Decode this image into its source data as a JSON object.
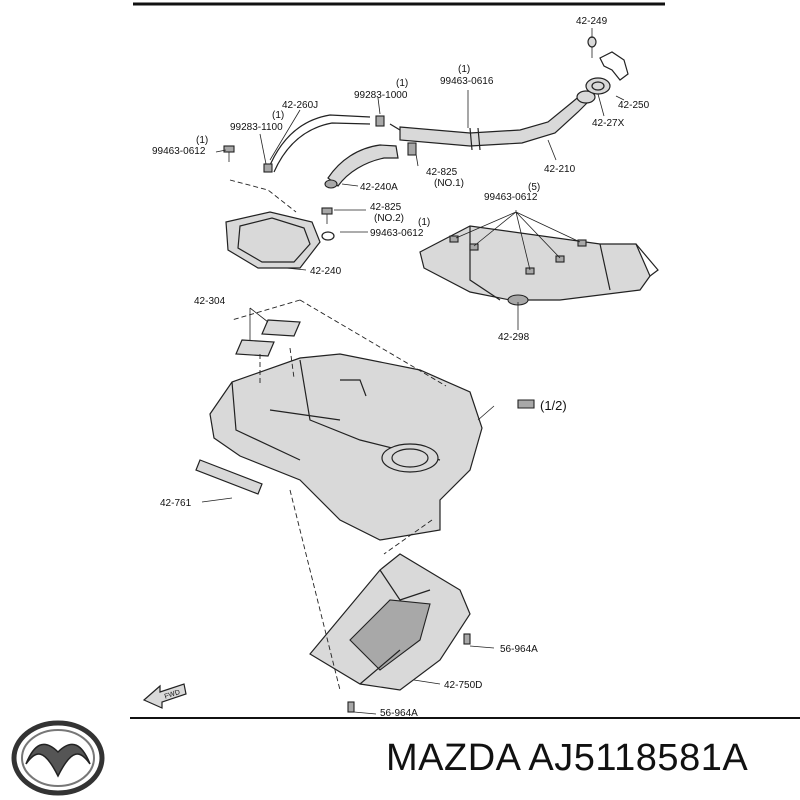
{
  "labels": {
    "l_42_249": "42-249",
    "l_42_250": "42-250",
    "l_42_27x": "42-27X",
    "l_42_210": "42-210",
    "l_99463_0616_q": "(1)",
    "l_99463_0616": "99463-0616",
    "l_99283_1000_q": "(1)",
    "l_99283_1000": "99283-1000",
    "l_42_260j": "42-260J",
    "l_99283_1100_q": "(1)",
    "l_99283_1100": "99283-1100",
    "l_99463_0612_a_q": "(1)",
    "l_99463_0612_a": "99463-0612",
    "l_42_825_1": "42-825",
    "l_no1": "(NO.1)",
    "l_42_240a": "42-240A",
    "l_42_825_2": "42-825",
    "l_no2": "(NO.2)",
    "l_99463_0612_b_q": "(1)",
    "l_99463_0612_b": "99463-0612",
    "l_42_240": "42-240",
    "l_99463_0612_c_q": "(5)",
    "l_99463_0612_c": "99463-0612",
    "l_42_298": "42-298",
    "l_42_304": "42-304",
    "l_half": "(1/2)",
    "l_42_761": "42-761",
    "l_56_964a_1": "56-964A",
    "l_42_750d": "42-750D",
    "l_56_964a_2": "56-964A",
    "l_fwd": "FWD"
  },
  "footer": {
    "brand": "MAZDA",
    "part_number": "AJ5118581A"
  },
  "icons": {
    "logo": "mazda-logo-icon"
  }
}
